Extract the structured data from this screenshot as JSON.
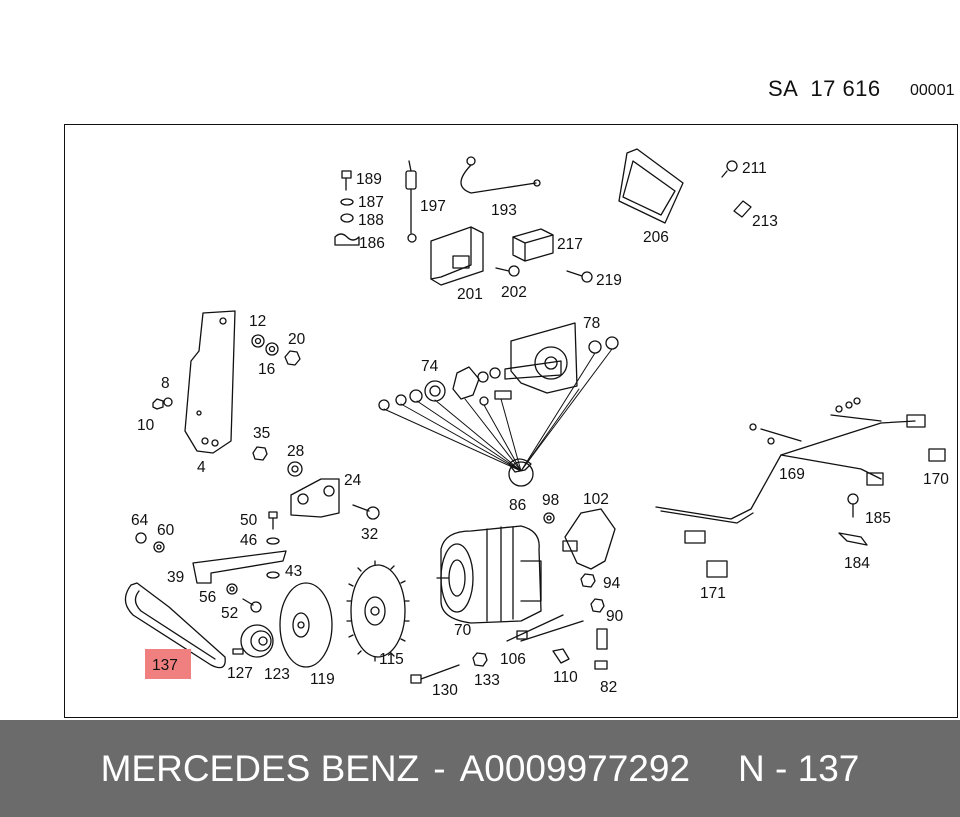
{
  "header": {
    "code": "SA  17 616",
    "number": "00001"
  },
  "highlight": {
    "label": "137",
    "color": "#f08080"
  },
  "callouts": {
    "c189": "189",
    "c187": "187",
    "c188": "188",
    "c186": "186",
    "c197": "197",
    "c193": "193",
    "c201": "201",
    "c202": "202",
    "c217": "217",
    "c219": "219",
    "c206": "206",
    "c211": "211",
    "c213": "213",
    "c12": "12",
    "c20": "20",
    "c16": "16",
    "c8": "8",
    "c10": "10",
    "c4": "4",
    "c74": "74",
    "c78": "78",
    "c35": "35",
    "c28": "28",
    "c24": "24",
    "c32": "32",
    "c86": "86",
    "c98": "98",
    "c102": "102",
    "c169": "169",
    "c170": "170",
    "c185": "185",
    "c184": "184",
    "c171": "171",
    "c64": "64",
    "c60": "60",
    "c50": "50",
    "c46": "46",
    "c39": "39",
    "c43": "43",
    "c56": "56",
    "c52": "52",
    "c115": "115",
    "c70": "70",
    "c94": "94",
    "c90": "90",
    "c127": "127",
    "c123": "123",
    "c119": "119",
    "c106": "106",
    "c110": "110",
    "c82": "82",
    "c130": "130",
    "c133": "133"
  },
  "footer": {
    "brand": "MERCEDES BENZ",
    "separator": "-",
    "part_number": "A0009977292",
    "position_label": "N - 137"
  }
}
